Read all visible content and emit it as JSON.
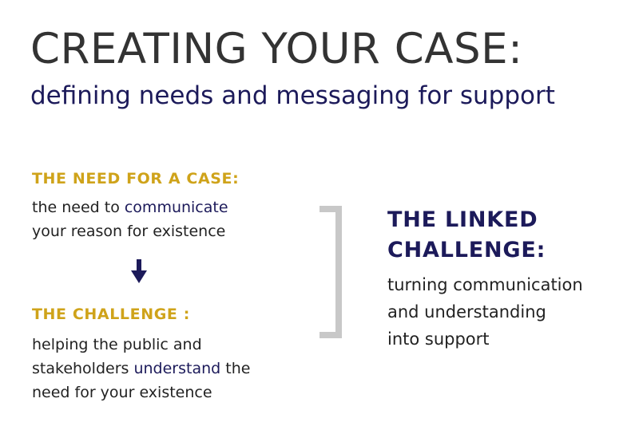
{
  "title": "CREATING YOUR CASE:",
  "subtitle": "defining needs and messaging for support",
  "need": {
    "heading": "THE NEED FOR A CASE:",
    "line1_pre": "the need to ",
    "line1_hl": "communicate",
    "line2": "your reason for existence"
  },
  "challenge": {
    "heading": "THE CHALLENGE :",
    "line1": "helping the public and",
    "line2_pre": "stakeholders ",
    "line2_hl": "understand",
    "line2_post": " the",
    "line3": "need for your existence"
  },
  "linked": {
    "heading_line1": "THE LINKED",
    "heading_line2": "CHALLENGE:",
    "line1": "turning communication",
    "line2": "and understanding",
    "line3": "into support"
  },
  "icons": {
    "arrow": "down-arrow-icon",
    "bracket": "right-bracket"
  },
  "colors": {
    "navy": "#1c1a5a",
    "gold": "#cfa31a",
    "dark_text": "#333333",
    "bracket_gray": "#c8c8c8"
  }
}
